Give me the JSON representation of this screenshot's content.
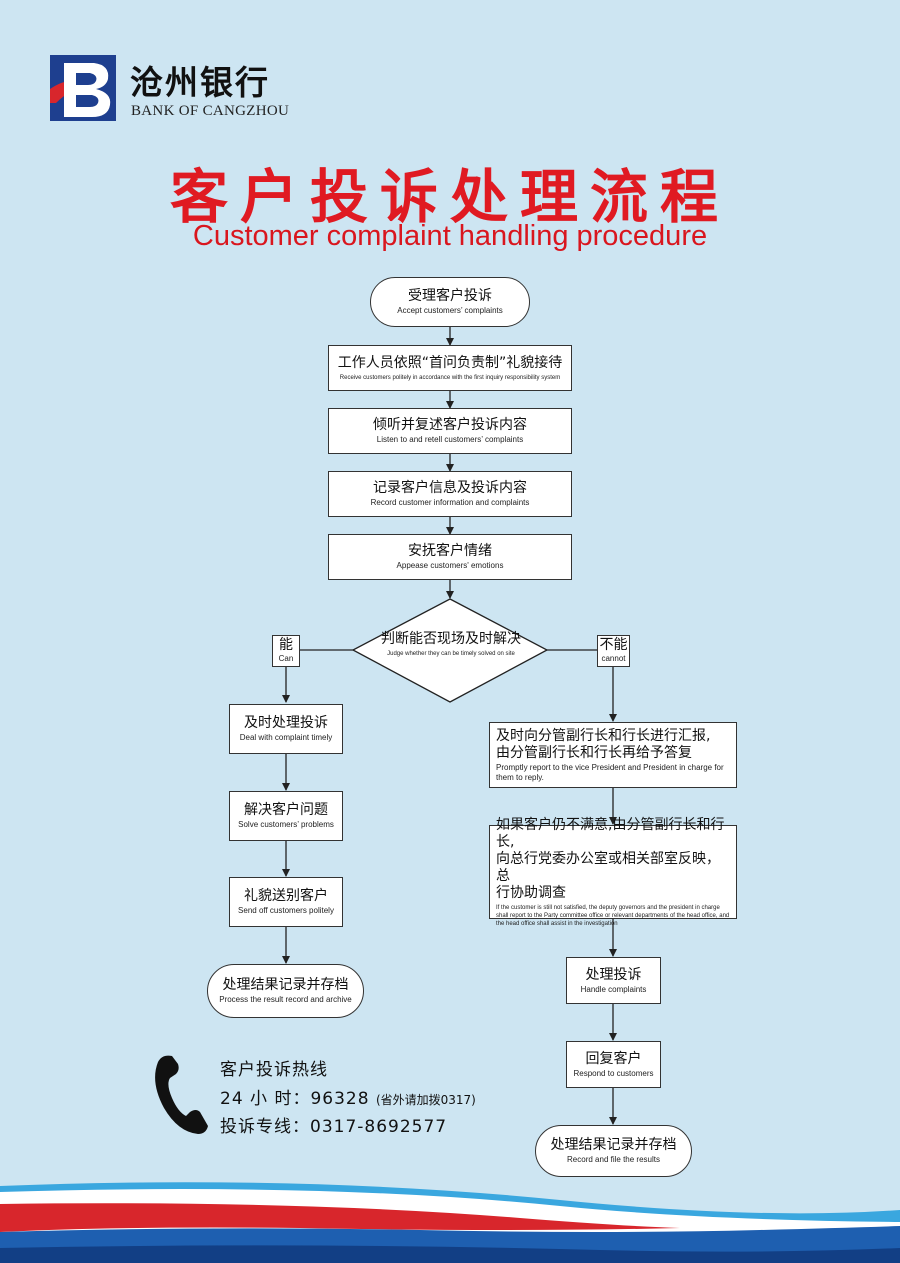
{
  "bank": {
    "name_cn": "沧州银行",
    "name_en": "BANK OF CANGZHOU",
    "logo_icon": "bank-of-cangzhou-logo",
    "brand_color": "#1e3f8f"
  },
  "title": {
    "cn": "客户投诉处理流程",
    "en": "Customer complaint handling procedure",
    "color": "#e01a22"
  },
  "flow": {
    "start": {
      "cn": "受理客户投诉",
      "en": "Accept customers’  complaints"
    },
    "step1": {
      "cn": "工作人员依照“首问负责制”礼貌接待",
      "en": "Receive customers politely in accordance with the first inquiry responsibility system"
    },
    "step2": {
      "cn": "倾听并复述客户投诉内容",
      "en": "Listen to and retell customers’  complaints"
    },
    "step3": {
      "cn": "记录客户信息及投诉内容",
      "en": "Record customer information and complaints"
    },
    "step4": {
      "cn": "安抚客户情绪",
      "en": "Appease customers' emotions"
    },
    "decision": {
      "cn": "判断能否现场及时解决",
      "en": "Judge whether they can be timely solved on site"
    },
    "yes_label": {
      "cn": "能",
      "en": "Can"
    },
    "no_label": {
      "cn": "不能",
      "en": "cannot"
    },
    "left": [
      {
        "cn": "及时处理投诉",
        "en": "Deal with complaint timely"
      },
      {
        "cn": "解决客户问题",
        "en": "Solve customers’  problems"
      },
      {
        "cn": "礼貌送别客户",
        "en": "Send off customers politely"
      }
    ],
    "left_end": {
      "cn": "处理结果记录并存档",
      "en": "Process the result record and archive"
    },
    "right1": {
      "cn_line1": "及时向分管副行长和行长进行汇报,",
      "cn_line2": "由分管副行长和行长再给予答复",
      "en": "Promptly report to the vice President and President in charge for them to reply."
    },
    "right2": {
      "cn_line1": "如果客户仍不满意,由分管副行长和行长,",
      "cn_line2": "向总行党委办公室或相关部室反映，总",
      "cn_line3": "行协助调查",
      "en": "If the customer is still not satisfied, the deputy governors and the president in charge shall report to the Party committee office or relevant departments of the head office, and the head office shall assist in the investigation"
    },
    "right3": {
      "cn": "处理投诉",
      "en": "Handle complaints"
    },
    "right4": {
      "cn": "回复客户",
      "en": "Respond to customers"
    },
    "right_end": {
      "cn": "处理结果记录并存档",
      "en": "Record and file the results"
    }
  },
  "hotline": {
    "title": "客户投诉热线",
    "line1_label": "24 小 时：",
    "line1_number": "96328",
    "line1_note": "(省外请加拨0317)",
    "line2_label": "投诉专线：",
    "line2_number": "0317-8692577",
    "icon": "phone-handset-icon"
  }
}
